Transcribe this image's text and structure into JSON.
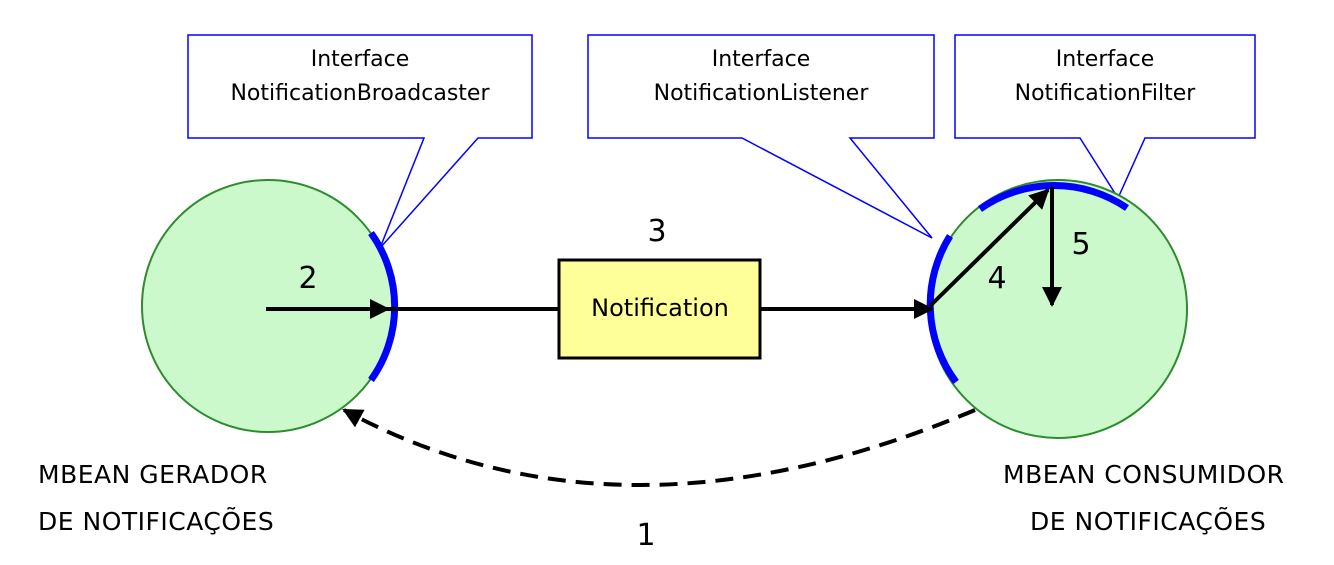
{
  "colors": {
    "circle_fill": "#ccf9cc",
    "circle_stroke": "#2e8b2e",
    "interface_arc": "#0000ff",
    "callout_stroke": "#0000ff",
    "notification_fill": "#ffff99",
    "arrow": "#000000"
  },
  "callouts": {
    "broadcaster": {
      "line1": "Interface",
      "line2": "NotificationBroadcaster"
    },
    "listener": {
      "line1": "Interface",
      "line2": "NotificationListener"
    },
    "filter": {
      "line1": "Interface",
      "line2": "NotificationFilter"
    }
  },
  "notification": {
    "label": "Notification"
  },
  "steps": {
    "s1": "1",
    "s2": "2",
    "s3": "3",
    "s4": "4",
    "s5": "5"
  },
  "generator": {
    "line1": "MBEAN GERADOR",
    "line2": "DE NOTIFICAÇÕES"
  },
  "consumer": {
    "line1": "MBEAN CONSUMIDOR",
    "line2": "DE NOTIFICAÇÕES"
  }
}
